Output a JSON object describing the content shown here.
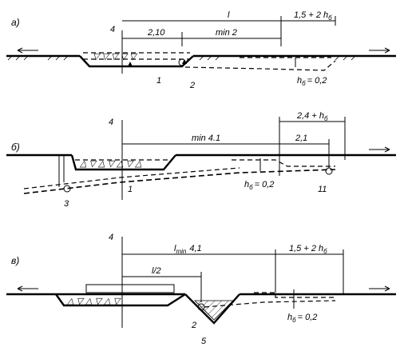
{
  "panels": [
    {
      "id": "a",
      "caption": "a)",
      "dims": {
        "l": "l",
        "right": "1,5 + 2 h",
        "right_sub": "б",
        "d210": "2,10",
        "min2": "min 2"
      },
      "hb": {
        "label": "h",
        "sub": "б",
        "value": "= 0,2"
      },
      "labels": [
        "4",
        "1",
        "2"
      ]
    },
    {
      "id": "b",
      "caption": "б)",
      "dims": {
        "min41": "min 4.1",
        "right": "2,4 + h",
        "right_sub": "б",
        "d21": "2,1"
      },
      "hb": {
        "label": "h",
        "sub": "б",
        "value": "= 0,2"
      },
      "labels": [
        "4",
        "3",
        "1",
        "11"
      ]
    },
    {
      "id": "c",
      "caption": "в)",
      "dims": {
        "lmin": "l",
        "lmin_sub": "min",
        "lmin_val": "4,1",
        "half": "l/2",
        "right": "1,5 + 2 h",
        "right_sub": "б"
      },
      "hb": {
        "label": "h",
        "sub": "б",
        "value": "= 0,2"
      },
      "labels": [
        "4",
        "2",
        "5"
      ]
    }
  ]
}
